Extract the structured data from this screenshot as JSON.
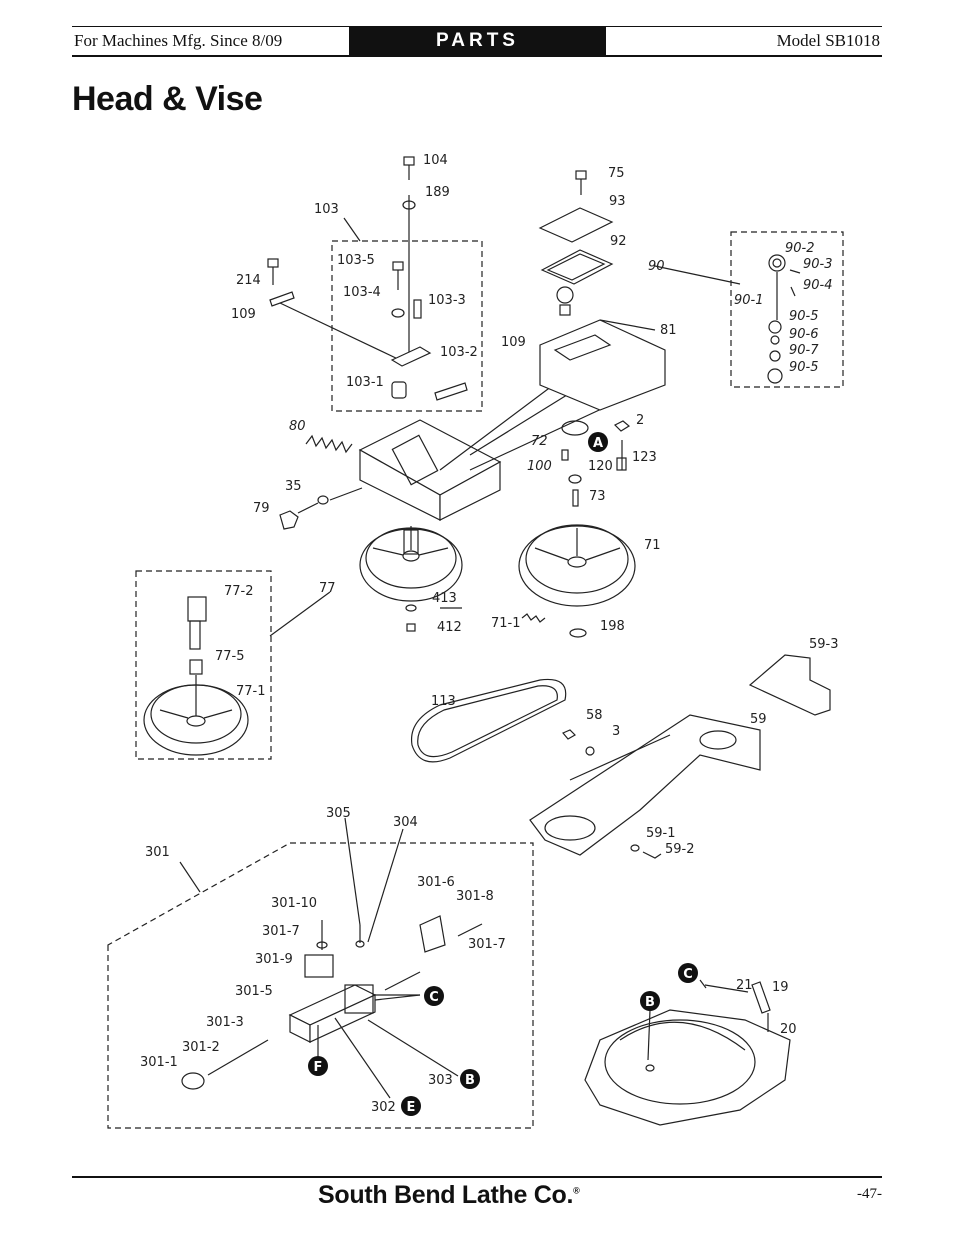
{
  "header": {
    "left": "For Machines Mfg. Since 8/09",
    "center": "PARTS",
    "right": "Model SB1018"
  },
  "title": "Head & Vise",
  "footer": {
    "brand": "South Bend Lathe Co.",
    "registered": "®",
    "page": "-47-"
  },
  "part_labels": {
    "p104": "104",
    "p189": "189",
    "p103": "103",
    "p103_5": "103-5",
    "p103_4": "103-4",
    "p103_3": "103-3",
    "p103_2": "103-2",
    "p103_1": "103-1",
    "p214": "214",
    "p109a": "109",
    "p109b": "109",
    "p80": "80",
    "p35": "35",
    "p79": "79",
    "p75": "75",
    "p93": "93",
    "p92": "92",
    "p90": "90",
    "p81": "81",
    "p90_2": "90-2",
    "p90_3": "90-3",
    "p90_4": "90-4",
    "p90_1": "90-1",
    "p90_5a": "90-5",
    "p90_6": "90-6",
    "p90_7": "90-7",
    "p90_5b": "90-5",
    "p2": "2",
    "p72": "72",
    "p100": "100",
    "p120": "120",
    "p123": "123",
    "p73": "73",
    "p71": "71",
    "p77": "77",
    "p413": "413",
    "p412": "412",
    "p71_1": "71-1",
    "p198": "198",
    "p77_2": "77-2",
    "p77_5": "77-5",
    "p77_1": "77-1",
    "p59_3": "59-3",
    "p113": "113",
    "p58": "58",
    "p3": "3",
    "p59": "59",
    "p59_1": "59-1",
    "p59_2": "59-2",
    "p305": "305",
    "p304": "304",
    "p301": "301",
    "p301_6": "301-6",
    "p301_8": "301-8",
    "p301_10": "301-10",
    "p301_7a": "301-7",
    "p301_7b": "301-7",
    "p301_9": "301-9",
    "p301_5": "301-5",
    "p301_3": "301-3",
    "p301_2": "301-2",
    "p301_1": "301-1",
    "p303": "303",
    "p302": "302",
    "p21": "21",
    "p19": "19",
    "p20": "20"
  },
  "callouts": {
    "A": "A",
    "B1": "B",
    "B2": "B",
    "C1": "C",
    "C2": "C",
    "E": "E",
    "F": "F"
  }
}
